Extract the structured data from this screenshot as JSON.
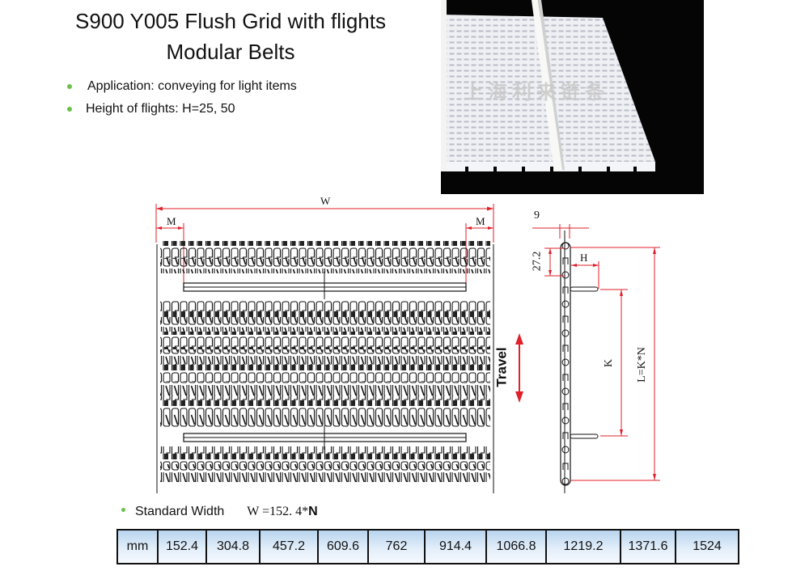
{
  "header": {
    "title_line1": "S900 Y005 Flush Grid with flights",
    "title_line2": "Modular Belts"
  },
  "bullets": [
    {
      "label": "Application: conveying for light items"
    },
    {
      "label": "Height of flights: H=25, 50"
    }
  ],
  "photo": {
    "watermark": "上海利来链条"
  },
  "top_view": {
    "dim_width": "W",
    "dim_margin_left": "M",
    "dim_margin_right": "M"
  },
  "side_view": {
    "dim_thickness": "9",
    "dim_pitch": "27.2",
    "dim_flight_height": "H",
    "dim_flight_spacing": "K",
    "dim_length": "L=K*N",
    "travel_label": "Travel"
  },
  "standard_width": {
    "label": "Standard Width",
    "formula_prefix": "W =152. 4*",
    "formula_var": "N"
  },
  "width_table": {
    "unit": "mm",
    "values": [
      "152.4",
      "304.8",
      "457.2",
      "609.6",
      "762",
      "914.4",
      "1066.8",
      "1219.2",
      "1371.6",
      "1524"
    ]
  },
  "colors": {
    "bullet": "#6cc04a",
    "dimension_line": "#e0202a",
    "table_header": "#b8d4ee"
  }
}
